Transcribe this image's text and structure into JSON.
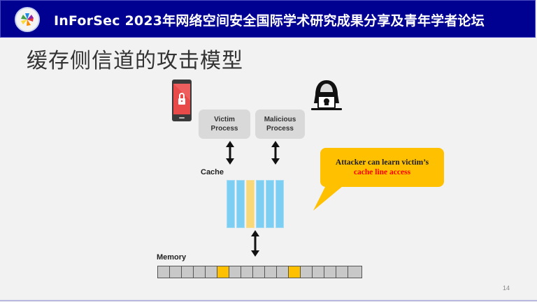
{
  "header": {
    "logo": "inforsec-logo",
    "title": "InForSec 2023年网络空间安全国际学术研究成果分享及青年学者论坛",
    "background_color": "#000091"
  },
  "slide": {
    "title": "缓存侧信道的攻击模型",
    "page_number": "14"
  },
  "diagram": {
    "icons": [
      "locked-phone-icon",
      "hacker-icon"
    ],
    "victim_process": {
      "line1": "Victim",
      "line2": "Process"
    },
    "malicious_process": {
      "line1": "Malicious",
      "line2": "Process"
    },
    "cache_label": "Cache",
    "memory_label": "Memory",
    "cache_lines": [
      {
        "accessed": false
      },
      {
        "accessed": false
      },
      {
        "accessed": true
      },
      {
        "accessed": false
      },
      {
        "accessed": false
      },
      {
        "accessed": false
      }
    ],
    "memory_blocks": [
      {
        "accessed": false
      },
      {
        "accessed": false
      },
      {
        "accessed": false
      },
      {
        "accessed": false
      },
      {
        "accessed": false
      },
      {
        "accessed": true
      },
      {
        "accessed": false
      },
      {
        "accessed": false
      },
      {
        "accessed": false
      },
      {
        "accessed": false
      },
      {
        "accessed": false
      },
      {
        "accessed": true
      },
      {
        "accessed": false
      },
      {
        "accessed": false
      },
      {
        "accessed": false
      },
      {
        "accessed": false
      },
      {
        "accessed": false
      }
    ],
    "callout": {
      "line1": "Attacker can learn victim’s",
      "line2": "cache line access",
      "color": "#ffc000",
      "highlight_color": "#ff0000"
    },
    "colors": {
      "cache_line": "#7ccff2",
      "cache_hit": "#f8d878",
      "memory_block": "#c8c8c8",
      "memory_hit": "#ffc000"
    }
  }
}
